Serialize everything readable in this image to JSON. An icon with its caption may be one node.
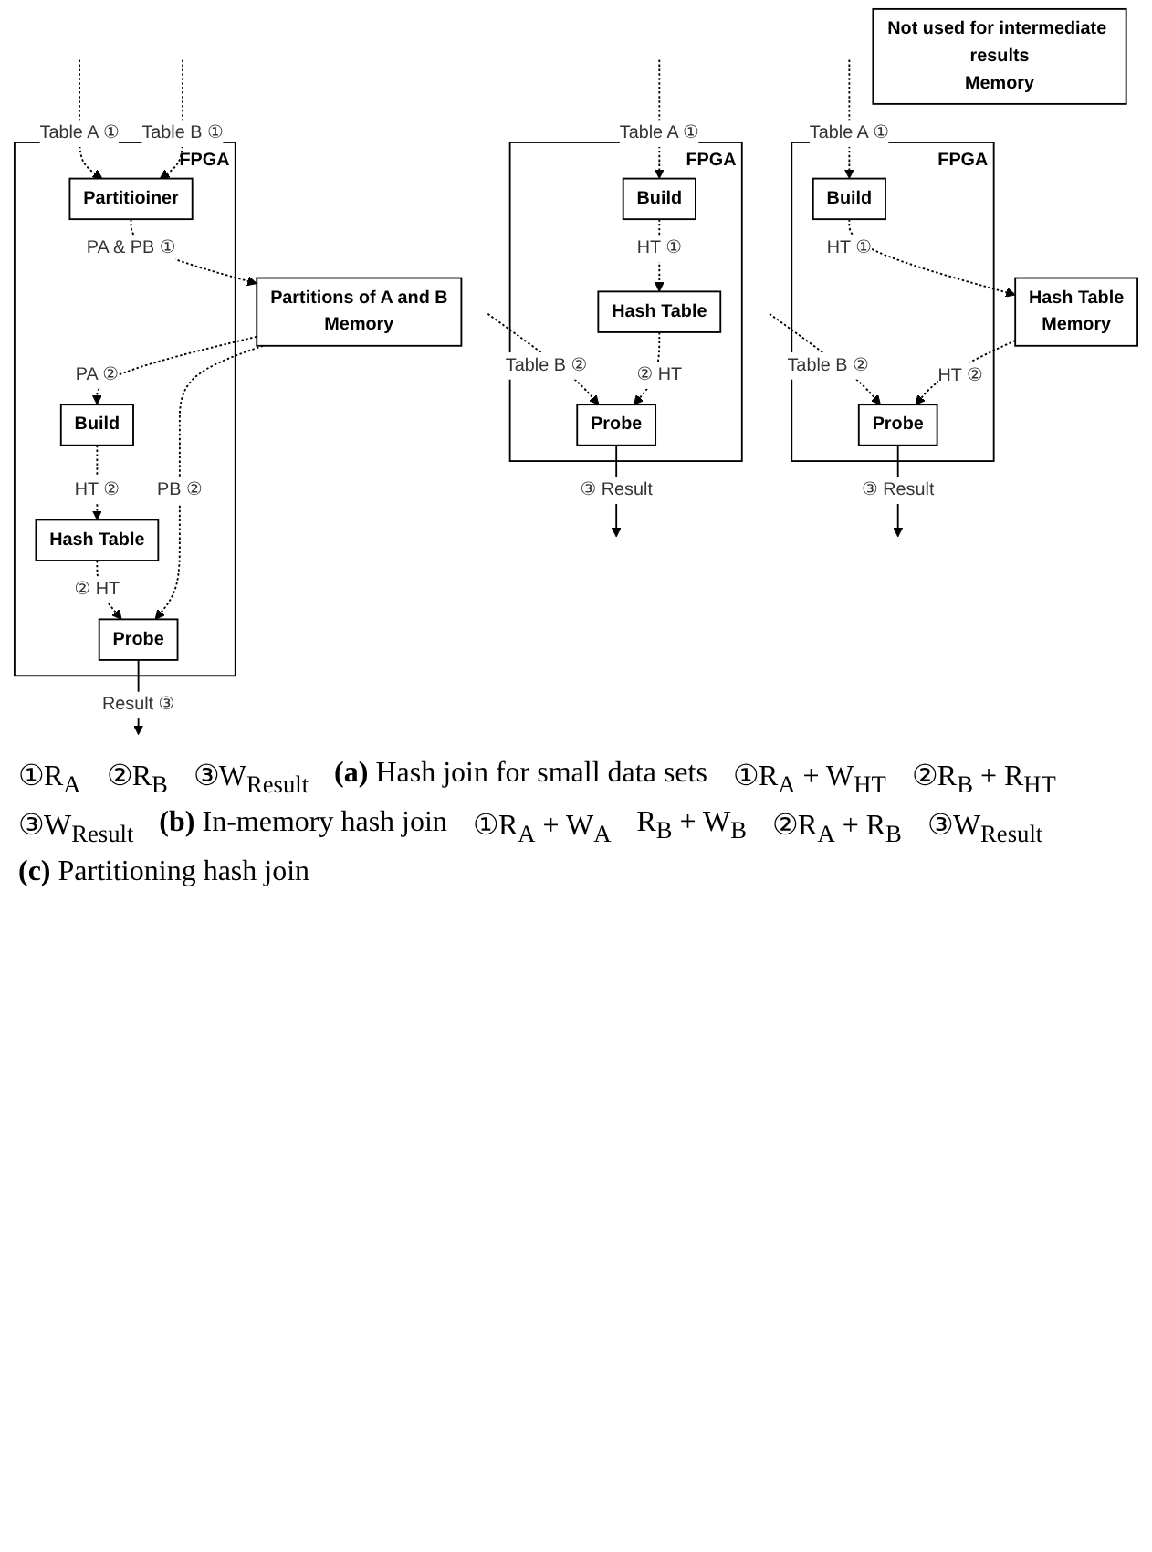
{
  "diagram": {
    "nodes": [
      {
        "text": [
          "FPGA"
        ]
      },
      {
        "text": [
          "Build"
        ],
        "in": 0
      },
      {
        "text": [
          "Hash Table"
        ],
        "in": 0
      },
      {
        "text": [
          "Probe"
        ],
        "in": 0
      },
      {
        "text": [
          "Not used for intermediate results",
          "Memory"
        ]
      },
      {
        "text": [
          "FPGA"
        ]
      },
      {
        "text": [
          "Build"
        ],
        "in": 5
      },
      {
        "text": [
          "Probe"
        ],
        "in": 5
      },
      {
        "text": [
          "Hash Table",
          "Memory"
        ]
      },
      {
        "text": [
          "FPGA"
        ]
      },
      {
        "text": [
          "Partitioiner"
        ],
        "in": 9
      },
      {
        "text": [
          "Build"
        ],
        "in": 9
      },
      {
        "text": [
          "Hash Table"
        ],
        "in": 9
      },
      {
        "text": [
          "Probe"
        ],
        "in": 9
      },
      {
        "text": [
          "Partitions of A and B",
          "Memory"
        ]
      }
    ],
    "edges": [
      {
        "from": null,
        "to": 1,
        "arrow": "to",
        "label": "Table A ①",
        "style": "dashed"
      },
      {
        "from": null,
        "to": 3,
        "arrow": "to",
        "label": "Table B ②",
        "style": "dashed"
      },
      {
        "from": 1,
        "to": 2,
        "arrow": "to",
        "label": "HT ①",
        "style": "dashed"
      },
      {
        "from": 2,
        "to": 3,
        "arrow": "to",
        "label": "② HT",
        "style": "dashed"
      },
      {
        "from": 3,
        "to": null,
        "arrow": "to",
        "label": "③ Result"
      },
      {
        "from": null,
        "to": 6,
        "arrow": "to",
        "label": "Table A ①",
        "style": "dashed"
      },
      {
        "from": null,
        "to": 7,
        "arrow": "to",
        "label": "Table B ②",
        "style": "dashed"
      },
      {
        "from": 6,
        "to": 8,
        "arrow": "to",
        "label": "HT ①",
        "style": "dashed"
      },
      {
        "from": 8,
        "to": 7,
        "arrow": "to",
        "label": "HT ②",
        "style": "dashed"
      },
      {
        "from": 7,
        "to": null,
        "arrow": "to",
        "label": "③ Result"
      },
      {
        "from": null,
        "to": 10,
        "arrow": "to",
        "label": "Table A ①",
        "style": "dashed"
      },
      {
        "from": null,
        "to": 10,
        "arrow": "to",
        "label": "Table B ①",
        "style": "dashed"
      },
      {
        "from": 10,
        "to": 14,
        "arrow": "to",
        "label": "PA & PB ①",
        "style": "dashed"
      },
      {
        "from": 14,
        "to": 11,
        "arrow": "to",
        "label": "PA ②",
        "style": "dashed"
      },
      {
        "from": 11,
        "to": 12,
        "arrow": "to",
        "label": "HT ②",
        "style": "dashed"
      },
      {
        "from": 12,
        "to": 13,
        "arrow": "to",
        "label": "② HT",
        "style": "dashed"
      },
      {
        "from": 14,
        "to": 13,
        "arrow": "to",
        "label": "PB ②",
        "style": "dashed"
      },
      {
        "from": 13,
        "to": null,
        "arrow": "to",
        "label": "Result ③"
      }
    ],
    "labels": [
      "①R$_{A}$",
      "②R$_{B}$",
      "③W$_{Result}$",
      "**(a)** Hash join for small data sets",
      "①R$_{A}$ + W$_{HT}$",
      "②R$_{B}$ + R$_{HT}$",
      "③W$_{Result}$",
      "**(b)** In-memory hash join",
      "①R$_{A}$ + W$_{A}$",
      "R$_{B}$ + W$_{B}$",
      "②R$_{A}$ + R$_{B}$",
      "③W$_{Result}$",
      "**(c)** Partitioning hash join"
    ]
  }
}
